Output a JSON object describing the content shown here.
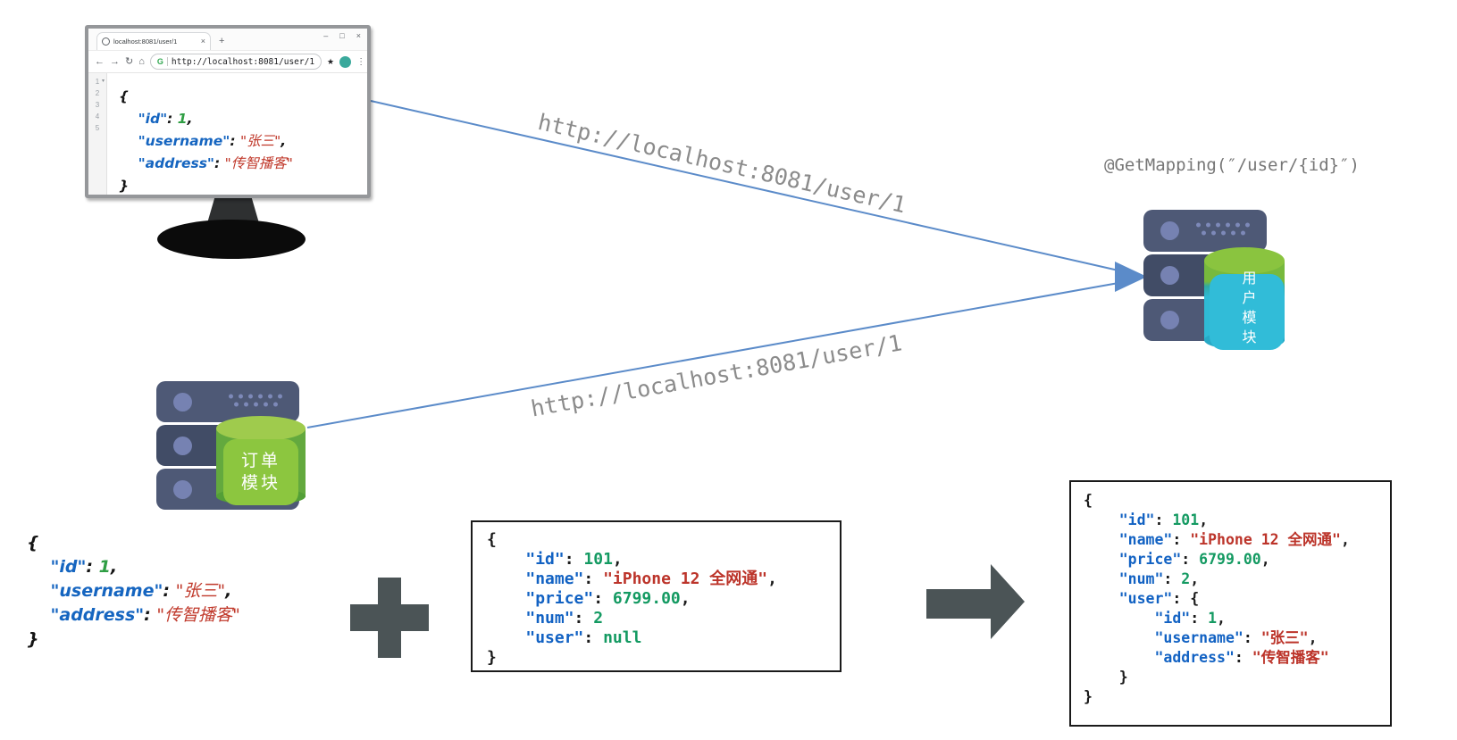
{
  "browser": {
    "tab_title": "localhost:8081/user/1",
    "tab_close": "×",
    "new_tab": "+",
    "window_controls": {
      "minimize": "–",
      "maximize": "□",
      "close": "×"
    },
    "nav": {
      "back": "←",
      "forward": "→",
      "reload": "↻",
      "home": "⌂",
      "badge": "G",
      "url": "http://localhost:8081/user/1",
      "pin": "★",
      "menu": "⋮"
    },
    "line_numbers": [
      "1",
      "2",
      "3",
      "4",
      "5"
    ],
    "gutter_caret": "▾",
    "code": [
      [
        {
          "t": "{",
          "c": "p"
        }
      ],
      [
        {
          "t": "    ",
          "c": "p"
        },
        {
          "t": "\"id\"",
          "c": "k"
        },
        {
          "t": ": ",
          "c": "p"
        },
        {
          "t": "1",
          "c": "n"
        },
        {
          "t": ",",
          "c": "p"
        }
      ],
      [
        {
          "t": "    ",
          "c": "p"
        },
        {
          "t": "\"username\"",
          "c": "k"
        },
        {
          "t": ": ",
          "c": "p"
        },
        {
          "t": "\"张三\"",
          "c": "s"
        },
        {
          "t": ",",
          "c": "p"
        }
      ],
      [
        {
          "t": "    ",
          "c": "p"
        },
        {
          "t": "\"address\"",
          "c": "k"
        },
        {
          "t": ": ",
          "c": "p"
        },
        {
          "t": "\"传智播客\"",
          "c": "s"
        }
      ],
      [
        {
          "t": "}",
          "c": "p"
        }
      ]
    ]
  },
  "labels": {
    "request_url_top": "http://localhost:8081/user/1",
    "request_url_bottom": "http://localhost:8081/user/1",
    "get_mapping": "@GetMapping(″/user/{id}″)"
  },
  "user_module": {
    "label": "用户模块"
  },
  "order_module": {
    "label": "订单模块"
  },
  "user_json": {
    "code": [
      [
        {
          "t": "{",
          "c": "p"
        }
      ],
      [
        {
          "t": "    ",
          "c": "p"
        },
        {
          "t": "\"id\"",
          "c": "k"
        },
        {
          "t": ": ",
          "c": "p"
        },
        {
          "t": "1",
          "c": "n"
        },
        {
          "t": ",",
          "c": "p"
        }
      ],
      [
        {
          "t": "    ",
          "c": "p"
        },
        {
          "t": "\"username\"",
          "c": "k"
        },
        {
          "t": ": ",
          "c": "p"
        },
        {
          "t": "\"张三\"",
          "c": "s"
        },
        {
          "t": ",",
          "c": "p"
        }
      ],
      [
        {
          "t": "    ",
          "c": "p"
        },
        {
          "t": "\"address\"",
          "c": "k"
        },
        {
          "t": ": ",
          "c": "p"
        },
        {
          "t": "\"传智播客\"",
          "c": "s"
        }
      ],
      [
        {
          "t": "}",
          "c": "p"
        }
      ]
    ]
  },
  "order_json": {
    "code": [
      [
        {
          "t": "{",
          "c": "p"
        }
      ],
      [
        {
          "t": "    ",
          "c": "p"
        },
        {
          "t": "\"id\"",
          "c": "k"
        },
        {
          "t": ": ",
          "c": "p"
        },
        {
          "t": "101",
          "c": "n"
        },
        {
          "t": ",",
          "c": "p"
        }
      ],
      [
        {
          "t": "    ",
          "c": "p"
        },
        {
          "t": "\"name\"",
          "c": "k"
        },
        {
          "t": ": ",
          "c": "p"
        },
        {
          "t": "\"iPhone 12 全网通\"",
          "c": "s"
        },
        {
          "t": ",",
          "c": "p"
        }
      ],
      [
        {
          "t": "    ",
          "c": "p"
        },
        {
          "t": "\"price\"",
          "c": "k"
        },
        {
          "t": ": ",
          "c": "p"
        },
        {
          "t": "6799.00",
          "c": "n"
        },
        {
          "t": ",",
          "c": "p"
        }
      ],
      [
        {
          "t": "    ",
          "c": "p"
        },
        {
          "t": "\"num\"",
          "c": "k"
        },
        {
          "t": ": ",
          "c": "p"
        },
        {
          "t": "2",
          "c": "n"
        }
      ],
      [
        {
          "t": "    ",
          "c": "p"
        },
        {
          "t": "\"user\"",
          "c": "k"
        },
        {
          "t": ": ",
          "c": "p"
        },
        {
          "t": "null",
          "c": "n"
        }
      ],
      [
        {
          "t": "}",
          "c": "p"
        }
      ]
    ]
  },
  "merged_json": {
    "code": [
      [
        {
          "t": "{",
          "c": "p"
        }
      ],
      [
        {
          "t": "    ",
          "c": "p"
        },
        {
          "t": "\"id\"",
          "c": "k"
        },
        {
          "t": ": ",
          "c": "p"
        },
        {
          "t": "101",
          "c": "n"
        },
        {
          "t": ",",
          "c": "p"
        }
      ],
      [
        {
          "t": "    ",
          "c": "p"
        },
        {
          "t": "\"name\"",
          "c": "k"
        },
        {
          "t": ": ",
          "c": "p"
        },
        {
          "t": "\"iPhone 12 全网通\"",
          "c": "s"
        },
        {
          "t": ",",
          "c": "p"
        }
      ],
      [
        {
          "t": "    ",
          "c": "p"
        },
        {
          "t": "\"price\"",
          "c": "k"
        },
        {
          "t": ": ",
          "c": "p"
        },
        {
          "t": "6799.00",
          "c": "n"
        },
        {
          "t": ",",
          "c": "p"
        }
      ],
      [
        {
          "t": "    ",
          "c": "p"
        },
        {
          "t": "\"num\"",
          "c": "k"
        },
        {
          "t": ": ",
          "c": "p"
        },
        {
          "t": "2",
          "c": "n"
        },
        {
          "t": ",",
          "c": "p"
        }
      ],
      [
        {
          "t": "    ",
          "c": "p"
        },
        {
          "t": "\"user\"",
          "c": "k"
        },
        {
          "t": ": ",
          "c": "p"
        },
        {
          "t": "{",
          "c": "p"
        }
      ],
      [
        {
          "t": "        ",
          "c": "p"
        },
        {
          "t": "\"id\"",
          "c": "k"
        },
        {
          "t": ": ",
          "c": "p"
        },
        {
          "t": "1",
          "c": "n"
        },
        {
          "t": ",",
          "c": "p"
        }
      ],
      [
        {
          "t": "        ",
          "c": "p"
        },
        {
          "t": "\"username\"",
          "c": "k"
        },
        {
          "t": ": ",
          "c": "p"
        },
        {
          "t": "\"张三\"",
          "c": "s"
        },
        {
          "t": ",",
          "c": "p"
        }
      ],
      [
        {
          "t": "        ",
          "c": "p"
        },
        {
          "t": "\"address\"",
          "c": "k"
        },
        {
          "t": ": ",
          "c": "p"
        },
        {
          "t": "\"传智播客\"",
          "c": "s"
        }
      ],
      [
        {
          "t": "    }",
          "c": "p"
        }
      ],
      [
        {
          "t": "}",
          "c": "p"
        }
      ]
    ]
  }
}
